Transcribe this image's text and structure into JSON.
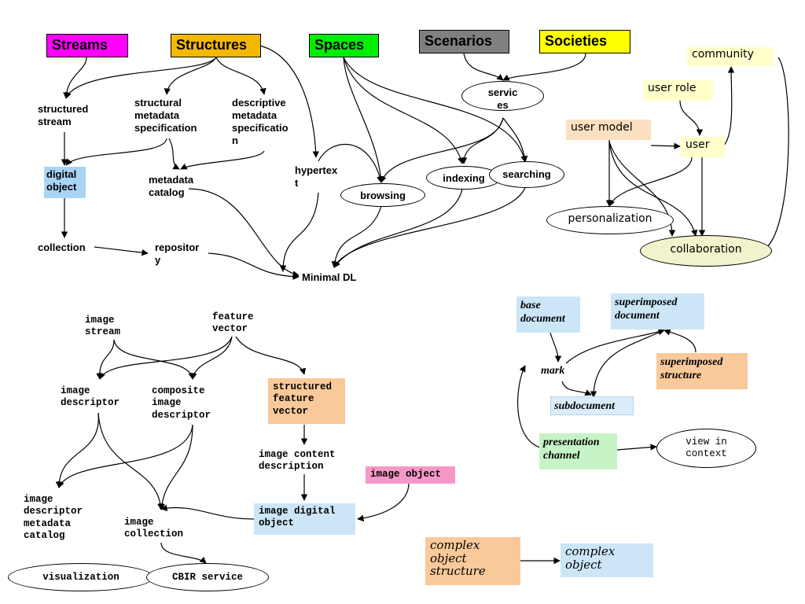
{
  "colors": {
    "streams": "#ff00ff",
    "structures": "#f5b800",
    "spaces": "#00ee00",
    "scenarios": "#808080",
    "societies": "#ffff00",
    "light_blue": "#cce6f8",
    "peach": "#f9c99a",
    "light_yellow": "#ffffcc",
    "light_green": "#c6f3c6",
    "pink": "#f598c8"
  },
  "top": {
    "streams": "Streams",
    "structures": "Structures",
    "spaces": "Spaces",
    "scenarios": "Scenarios",
    "societies": "Societies",
    "structured_stream": "structured\nstream",
    "structural_metadata": "structural\nmetadata\nspecification",
    "descriptive_metadata": "descriptive\nmetadata\nspecificatio\nn",
    "services": "servic\nes",
    "digital_object": "digital\nobject",
    "metadata_catalog": "metadata\ncatalog",
    "hypertext": "hypertex\nt",
    "browsing": "browsing",
    "indexing": "indexing",
    "searching": "searching",
    "collection": "collection",
    "repository": "repositor\ny",
    "minimal_dl": "Minimal DL"
  },
  "society": {
    "community": "community",
    "user_role": "user role",
    "user_model": "user model",
    "user": "user",
    "personalization": "personalization",
    "collaboration": "collaboration"
  },
  "image": {
    "image_stream": "image\nstream",
    "feature_vector": "feature\nvector",
    "image_descriptor": "image\ndescriptor",
    "composite_descriptor": "composite\nimage\ndescriptor",
    "structured_feature_vector": "structured\nfeature\nvector",
    "image_content_description": "image content\ndescription",
    "image_object": "image object",
    "image_digital_object": "image digital\nobject",
    "image_descriptor_metadata_catalog": "image\ndescriptor\nmetadata\ncatalog",
    "image_collection": "image\ncollection",
    "visualization": "visualization",
    "cbir_service": "CBIR service"
  },
  "doc": {
    "base_document": "base\ndocument",
    "superimposed_document": "superimposed\ndocument",
    "mark": "mark",
    "superimposed_structure": "superimposed\nstructure",
    "subdocument": "subdocument",
    "presentation_channel": "presentation\nchannel",
    "view_in_context": "view in\ncontext"
  },
  "complex": {
    "structure": "complex\nobject\nstructure",
    "object": "complex\nobject"
  }
}
